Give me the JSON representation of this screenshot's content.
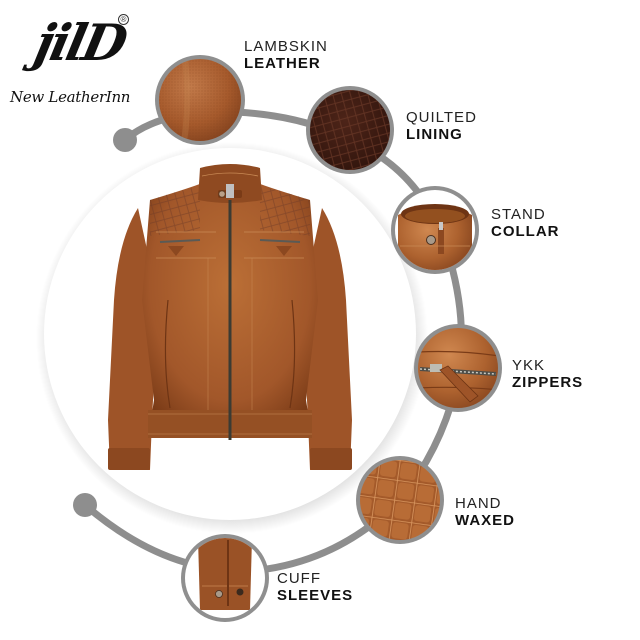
{
  "brand": {
    "logo_mark": "jilD",
    "registered_symbol": "®",
    "tagline": "New LeatherInn"
  },
  "product": {
    "name": "brown leather jacket",
    "color": "#a0582a"
  },
  "features": [
    {
      "line1": "LAMBSKIN",
      "line2": "LEATHER",
      "swatch": "lambskin-leather-texture"
    },
    {
      "line1": "QUILTED",
      "line2": "LINING",
      "swatch": "quilted-lining-texture"
    },
    {
      "line1": "STAND",
      "line2": "COLLAR",
      "swatch": "stand-collar-detail"
    },
    {
      "line1": "YKK",
      "line2": "ZIPPERS",
      "swatch": "ykk-zipper-detail"
    },
    {
      "line1": "HAND",
      "line2": "WAXED",
      "swatch": "hand-waxed-texture"
    },
    {
      "line1": "CUFF",
      "line2": "SLEEVES",
      "swatch": "cuff-sleeve-detail"
    }
  ],
  "colors": {
    "arc": "#8e8e8e",
    "ring": "#8f8f8f",
    "text": "#1b1b1b",
    "leather_tan": "#a65d2b",
    "leather_dark": "#4a2417",
    "background": "#ffffff"
  }
}
